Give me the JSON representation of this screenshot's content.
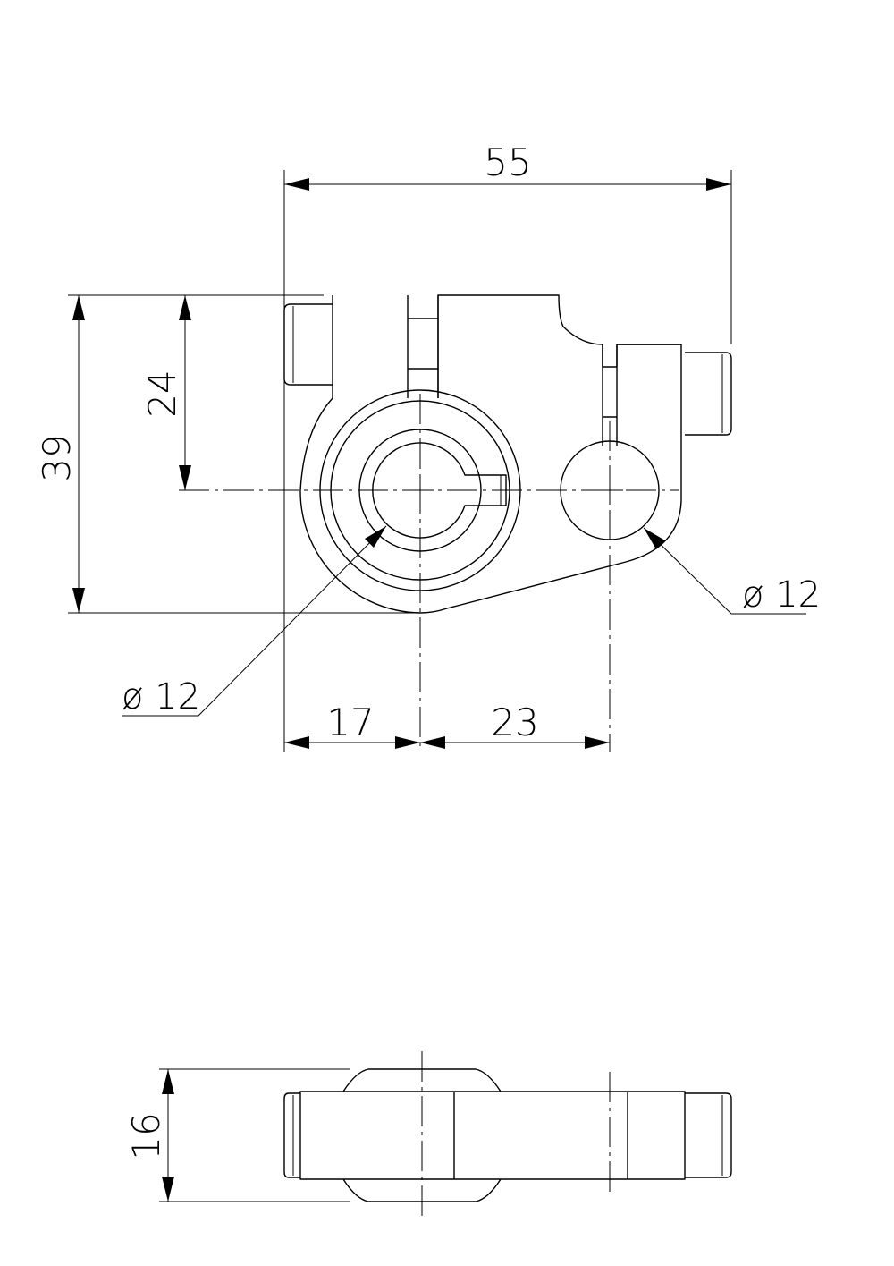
{
  "dimensions": {
    "overall_width": "55",
    "overall_height": "39",
    "center_height": "24",
    "left_offset": "17",
    "center_spacing": "23",
    "bore_left": "ø 12",
    "bore_right": "ø 12",
    "thickness": "16"
  }
}
